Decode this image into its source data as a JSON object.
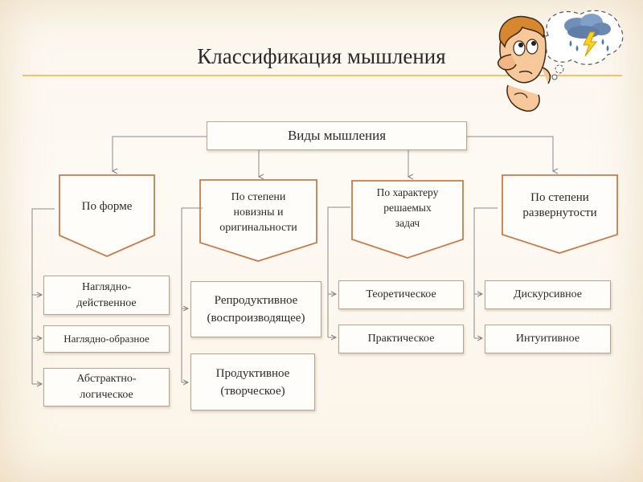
{
  "title": "Классификация мышления",
  "root": {
    "label": "Виды мышления"
  },
  "categories": [
    {
      "label": "По форме",
      "items": [
        "Наглядно-\nдейственное",
        "Наглядно-образное",
        "Абстрактно-\nлогическое"
      ]
    },
    {
      "label": "По степени\nновизны и\nоригинальности",
      "items": [
        "Репродуктивное\n(воспроизводящее)",
        "Продуктивное\n(творческое)"
      ]
    },
    {
      "label": "По характеру\nрешаемых\nзадач",
      "items": [
        "Теоретическое",
        "Практическое"
      ]
    },
    {
      "label": "По степени\nразвернутости",
      "items": [
        "Дискурсивное",
        "Интуитивное"
      ]
    }
  ],
  "colors": {
    "title_rule": "#f0c273",
    "category_border": "#c97b4a",
    "box_border": "#b7a48f",
    "connector": "#7a7a7a"
  },
  "illustration": {
    "icons": [
      "thinking-man-icon",
      "storm-cloud-icon",
      "lightning-bolt-icon",
      "raindrop-icon"
    ]
  }
}
